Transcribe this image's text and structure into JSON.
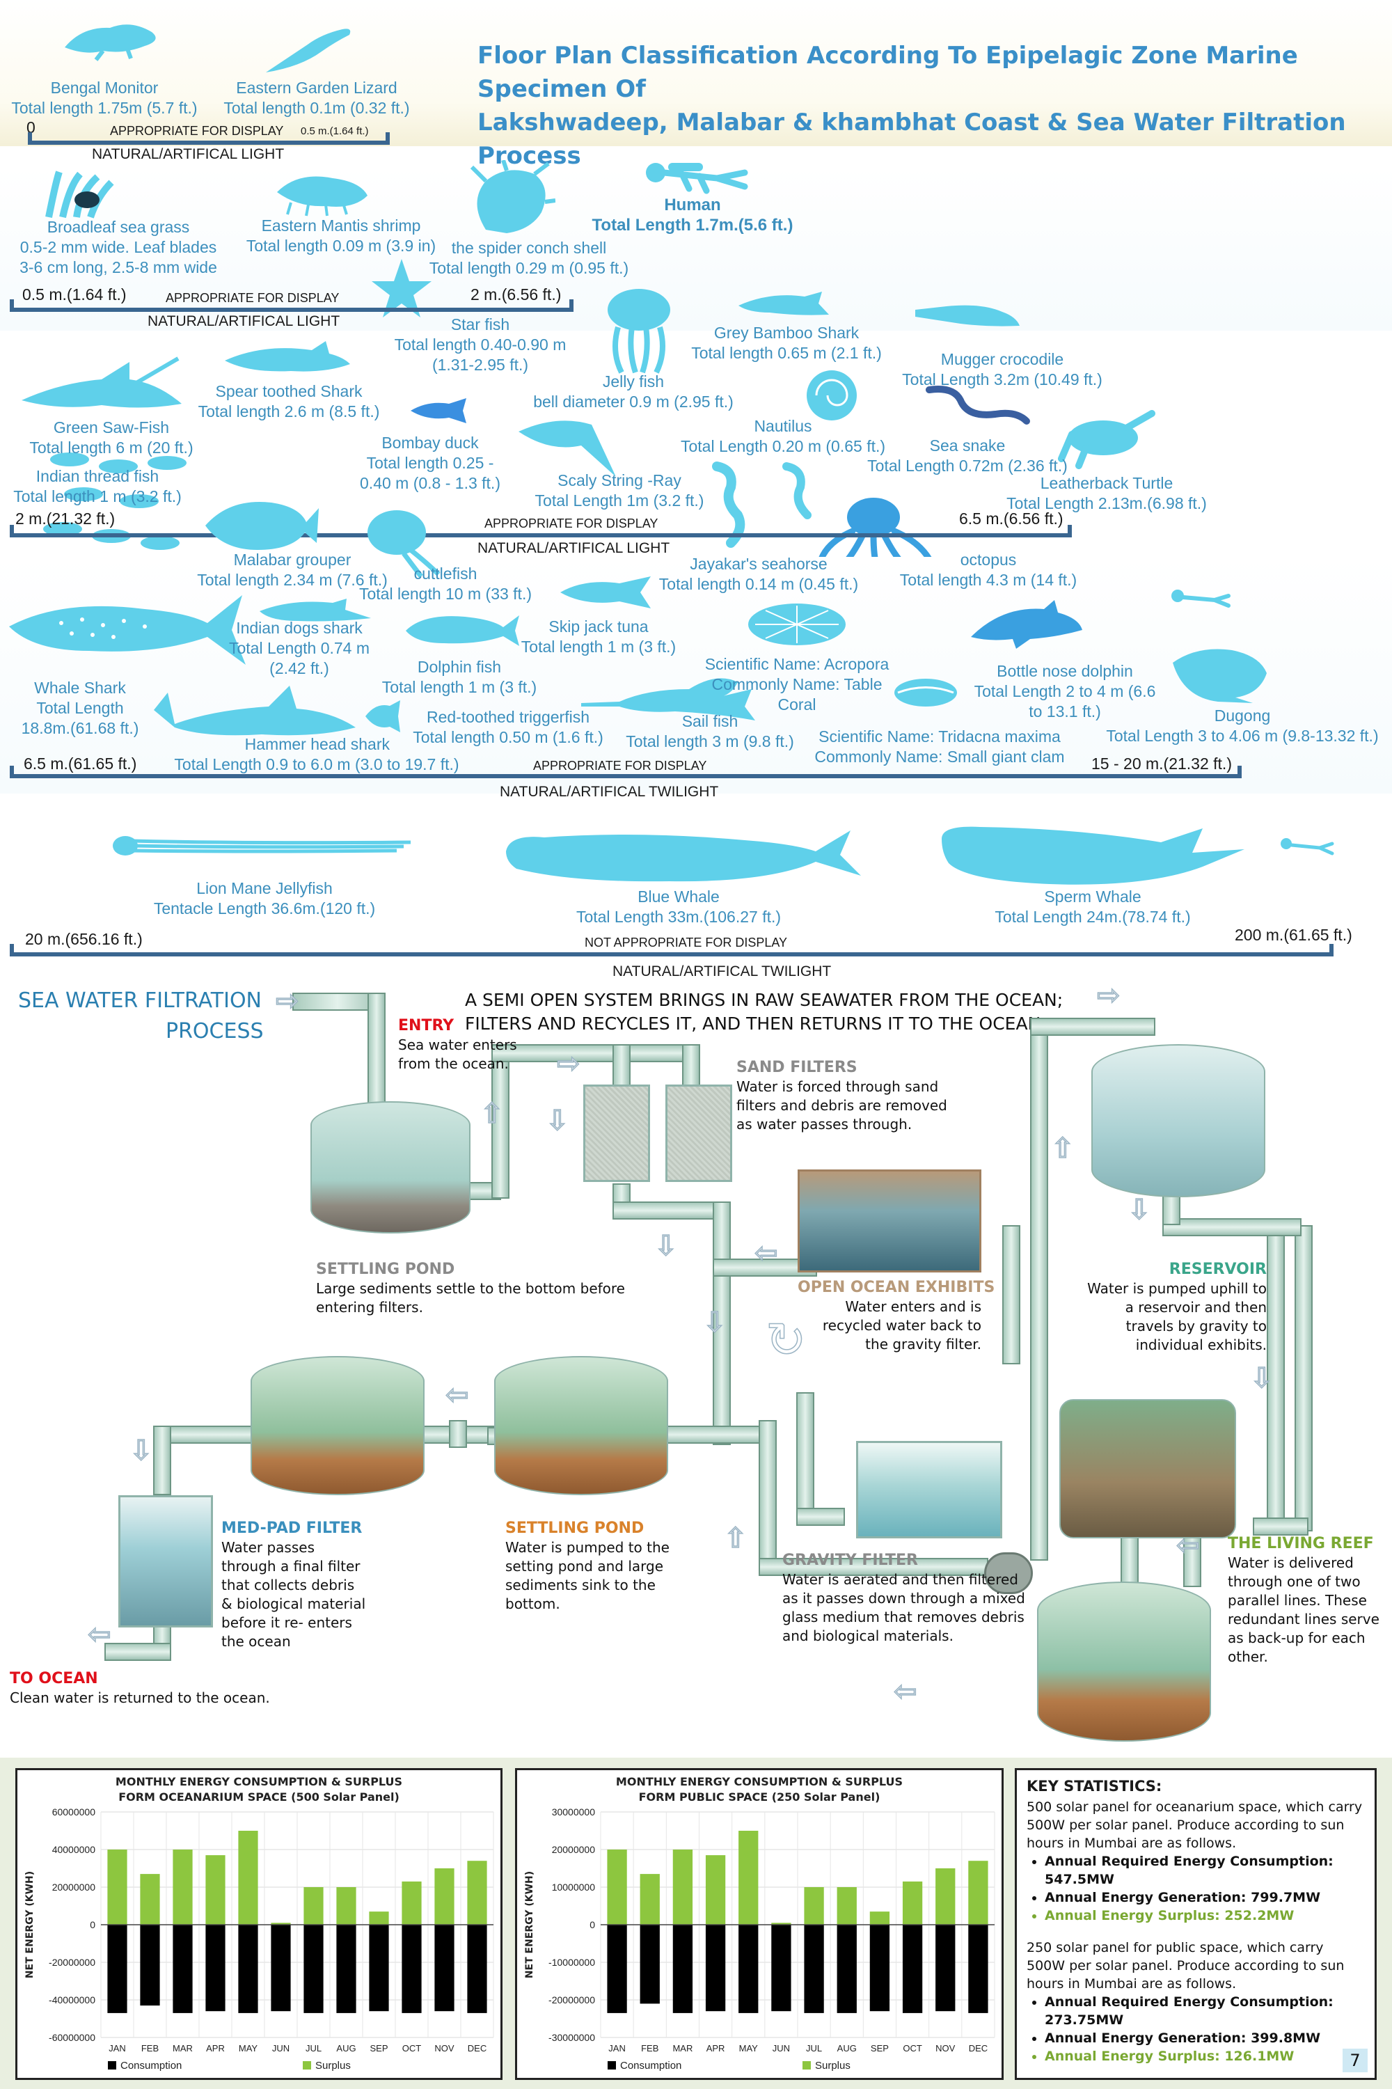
{
  "title": {
    "line1": "Floor Plan Classification According To Epipelagic Zone Marine Specimen Of",
    "line2": "Lakshwadeep, Malabar & khambhat Coast & Sea Water Filtration Process"
  },
  "zones": [
    {
      "start_label": "0",
      "end_label": "0.5 m.(1.64 ft.)",
      "display": "APPROPRIATE FOR DISPLAY",
      "light": "NATURAL/ARTIFICAL LIGHT",
      "specimens": [
        {
          "name": "Bengal Monitor",
          "detail": "Total length 1.75m (5.7 ft.)",
          "icon": "monitor-lizard-icon"
        },
        {
          "name": "Eastern Garden Lizard",
          "detail": "Total length 0.1m (0.32 ft.)",
          "icon": "garden-lizard-icon"
        }
      ]
    },
    {
      "start_label": "0.5 m.(1.64 ft.)",
      "end_label": "2 m.(6.56 ft.)",
      "display": "APPROPRIATE FOR DISPLAY",
      "light": "NATURAL/ARTIFICAL LIGHT",
      "specimens": [
        {
          "name": "Broadleaf sea grass",
          "detail": "0.5-2 mm wide. Leaf blades",
          "detail2": "3-6 cm long, 2.5-8 mm wide",
          "icon": "sea-grass-icon"
        },
        {
          "name": "Eastern Mantis shrimp",
          "detail": "Total length 0.09 m (3.9 in)",
          "icon": "mantis-shrimp-icon"
        },
        {
          "name": "the spider conch shell",
          "detail": "Total length 0.29 m (0.95 ft.)",
          "icon": "conch-shell-icon"
        },
        {
          "name": "Human",
          "detail": "Total Length 1.7m.(5.6 ft.)",
          "icon": "diver-icon"
        },
        {
          "name": "Star fish",
          "detail": "Total length 0.40-0.90 m",
          "detail2": "(1.31-2.95 ft.)",
          "icon": "starfish-icon"
        }
      ]
    },
    {
      "start_label": "2 m.(21.32 ft.)",
      "end_label": "6.5 m.(6.56 ft.)",
      "display": "APPROPRIATE FOR DISPLAY",
      "light": "NATURAL/ARTIFICAL LIGHT",
      "specimens": [
        {
          "name": "Green Saw-Fish",
          "detail": "Total length 6 m (20 ft.)",
          "icon": "sawfish-icon"
        },
        {
          "name": "Spear toothed Shark",
          "detail": "Total length 2.6 m (8.5 ft.)",
          "icon": "shark-icon"
        },
        {
          "name": "Indian thread fish",
          "detail": "Total length 1 m (3.2 ft.)",
          "icon": "thread-fish-icon"
        },
        {
          "name": "Bombay duck",
          "detail": "Total length 0.25 -",
          "detail2": "0.40 m (0.8 - 1.3 ft.)",
          "icon": "bombay-duck-icon"
        },
        {
          "name": "Jelly fish",
          "detail": "bell diameter 0.9 m (2.95 ft.)",
          "icon": "jellyfish-icon"
        },
        {
          "name": "Grey Bamboo Shark",
          "detail": "Total length 0.65 m (2.1 ft.)",
          "icon": "bamboo-shark-icon"
        },
        {
          "name": "Mugger crocodile",
          "detail": "Total Length 3.2m (10.49 ft.)",
          "icon": "crocodile-icon"
        },
        {
          "name": "Nautilus",
          "detail": "Total Length 0.20 m (0.65 ft.)",
          "icon": "nautilus-icon"
        },
        {
          "name": "Sea snake",
          "detail": "Total Length 0.72m (2.36 ft.)",
          "icon": "sea-snake-icon"
        },
        {
          "name": "Scaly String -Ray",
          "detail": "Total Length 1m (3.2 ft.)",
          "icon": "stingray-icon"
        },
        {
          "name": "Leatherback Turtle",
          "detail": "Total Length 2.13m.(6.98 ft.)",
          "icon": "turtle-icon"
        }
      ]
    },
    {
      "start_label": "6.5 m.(61.65 ft.)",
      "end_label": "15 - 20 m.(21.32 ft.)",
      "display": "APPROPRIATE FOR DISPLAY",
      "light": "NATURAL/ARTIFICAL TWILIGHT",
      "specimens": [
        {
          "name": "Malabar grouper",
          "detail": "Total length 2.34 m (7.6 ft.)",
          "icon": "grouper-icon"
        },
        {
          "name": "cuttlefish",
          "detail": "Total length 10 m (33 ft.)",
          "icon": "cuttlefish-icon"
        },
        {
          "name": "Jayakar's seahorse",
          "detail": "Total length 0.14 m (0.45 ft.)",
          "icon": "seahorse-icon"
        },
        {
          "name": "octopus",
          "detail": "Total length 4.3 m (14 ft.)",
          "icon": "octopus-icon"
        },
        {
          "name": "Whale Shark",
          "detail": "Total Length",
          "detail2": "18.8m.(61.68 ft.)",
          "icon": "whale-shark-icon"
        },
        {
          "name": "Indian dogs shark",
          "detail": "Total Length 0.74 m",
          "detail2": "(2.42 ft.)",
          "icon": "dog-shark-icon"
        },
        {
          "name": "Skip jack tuna",
          "detail": "Total length 1 m (3 ft.)",
          "icon": "tuna-icon"
        },
        {
          "name": "Dolphin fish",
          "detail": "Total length 1 m (3 ft.)",
          "icon": "dolphin-fish-icon"
        },
        {
          "name": "Scientific Name: Acropora",
          "detail": "Commonly Name:  Table",
          "detail2": "Coral",
          "icon": "coral-icon"
        },
        {
          "name": "Bottle nose dolphin",
          "detail": "Total Length 2 to 4 m (6.6",
          "detail2": "to 13.1 ft.)",
          "icon": "dolphin-icon"
        },
        {
          "name": "Red-toothed triggerfish",
          "detail": "Total length 0.50 m (1.6 ft.)",
          "icon": "triggerfish-icon"
        },
        {
          "name": "Sail fish",
          "detail": "Total length 3 m (9.8 ft.)",
          "icon": "sailfish-icon"
        },
        {
          "name": "Hammer head shark",
          "detail": "Total Length 0.9 to 6.0 m (3.0 to 19.7 ft.)",
          "icon": "hammerhead-icon"
        },
        {
          "name": "Scientific Name: Tridacna maxima",
          "detail": "Commonly Name:  Small giant clam",
          "icon": "clam-icon"
        },
        {
          "name": "Dugong",
          "detail": "Total Length 3 to 4.06 m (9.8-13.32 ft.)",
          "icon": "dugong-icon"
        }
      ]
    },
    {
      "start_label": "20 m.(656.16 ft.)",
      "end_label": "200 m.(61.65 ft.)",
      "display": "NOT APPROPRIATE FOR DISPLAY",
      "light": "NATURAL/ARTIFICAL TWILIGHT",
      "specimens": [
        {
          "name": "Lion Mane Jellyfish",
          "detail": "Tentacle Length 36.6m.(120 ft.)",
          "icon": "lions-mane-icon"
        },
        {
          "name": "Blue Whale",
          "detail": "Total Length 33m.(106.27 ft.)",
          "icon": "blue-whale-icon"
        },
        {
          "name": "Sperm Whale",
          "detail": "Total Length 24m.(78.74 ft.)",
          "icon": "sperm-whale-icon"
        }
      ]
    }
  ],
  "filtration": {
    "title_line1": "SEA WATER FILTRATION",
    "title_line2": "PROCESS",
    "intro_line1": "A SEMI OPEN SYSTEM BRINGS IN RAW SEAWATER FROM THE OCEAN;",
    "intro_line2": "FILTERS AND RECYCLES IT, AND THEN RETURNS IT TO THE OCEAN.",
    "steps": {
      "entry": {
        "title": "ENTRY",
        "text": "Sea water enters from the ocean.",
        "color": "#e0101a"
      },
      "sand": {
        "title": "SAND FILTERS",
        "text": "Water is forced through sand filters and debris are removed as water passes through.",
        "color": "#8a8a8a"
      },
      "settling1": {
        "title": "SETTLING POND",
        "text": "Large sediments settle to the bottom before entering filters.",
        "color": "#8a8a8a"
      },
      "open": {
        "title": "OPEN OCEAN EXHIBITS",
        "text": "Water enters and is recycled water back to the gravity filter.",
        "color": "#b89a7a"
      },
      "reservoir": {
        "title": "RESERVOIR",
        "text": "Water is pumped uphill to a reservoir and then travels by gravity to individual exhibits.",
        "color": "#3aa58a"
      },
      "medpad": {
        "title": "MED-PAD FILTER",
        "text": "Water passes through a final filter that collects debris & biological material before it re- enters the ocean",
        "color": "#3a8fbd"
      },
      "settling2": {
        "title": "SETTLING POND",
        "text": "Water is pumped to the setting pond and large sediments sink to the bottom.",
        "color": "#d9822b"
      },
      "gravity": {
        "title": "GRAVITY FILTER",
        "text": "Water is aerated and then filtered as it passes down through a mixed glass medium that removes debris and biological materials.",
        "color": "#8a8a8a"
      },
      "reef": {
        "title": "THE LIVING REEF",
        "text": "Water is delivered through one of two parallel lines. These redundant lines serve as back-up for each other.",
        "color": "#7aa832"
      },
      "ocean": {
        "title": "TO OCEAN",
        "text": "Clean water is returned to the ocean.",
        "color": "#e0101a"
      }
    }
  },
  "chart_data": [
    {
      "type": "bar",
      "title_line1": "MONTHLY ENERGY CONSUMPTION & SURPLUS",
      "title_line2": "FORM OCEANARIUM SPACE (500 Solar Panel)",
      "ylabel": "NET ENERGY (KWH)",
      "ylim": [
        -60000000,
        60000000
      ],
      "yticks": [
        60000000,
        40000000,
        20000000,
        0,
        -20000000,
        -40000000,
        -60000000
      ],
      "ytick_labels": [
        "60000000",
        "40000000",
        "20000000",
        "0",
        "-20000000",
        "-40000000",
        "-60000000"
      ],
      "categories": [
        "JAN",
        "FEB",
        "MAR",
        "APR",
        "MAY",
        "JUN",
        "JUL",
        "AUG",
        "SEP",
        "OCT",
        "NOV",
        "DEC"
      ],
      "series": [
        {
          "name": "Consumption",
          "color": "#000000",
          "values": [
            -47000000,
            -43000000,
            -47000000,
            -46000000,
            -47000000,
            -46000000,
            -47000000,
            -47000000,
            -46000000,
            -47000000,
            -46000000,
            -47000000
          ]
        },
        {
          "name": "Surplus",
          "color": "#8dc63f",
          "values": [
            40000000,
            27000000,
            40000000,
            37000000,
            50000000,
            1000000,
            20000000,
            20000000,
            7000000,
            23000000,
            30000000,
            34000000
          ]
        }
      ]
    },
    {
      "type": "bar",
      "title_line1": "MONTHLY ENERGY CONSUMPTION & SURPLUS",
      "title_line2": "FORM PUBLIC SPACE (250 Solar Panel)",
      "ylabel": "NET ENERGY (KWH)",
      "ylim": [
        -30000000,
        30000000
      ],
      "yticks": [
        30000000,
        20000000,
        10000000,
        0,
        -10000000,
        -20000000,
        -30000000
      ],
      "ytick_labels": [
        "30000000",
        "20000000",
        "10000000",
        "0",
        "-10000000",
        "-20000000",
        "-30000000"
      ],
      "categories": [
        "JAN",
        "FEB",
        "MAR",
        "APR",
        "MAY",
        "JUN",
        "JUL",
        "AUG",
        "SEP",
        "OCT",
        "NOV",
        "DEC"
      ],
      "series": [
        {
          "name": "Consumption",
          "color": "#000000",
          "values": [
            -23500000,
            -21000000,
            -23500000,
            -23000000,
            -23500000,
            -23000000,
            -23500000,
            -23500000,
            -23000000,
            -23500000,
            -23000000,
            -23500000
          ]
        },
        {
          "name": "Surplus",
          "color": "#8dc63f",
          "values": [
            20000000,
            13500000,
            20000000,
            18500000,
            25000000,
            500000,
            10000000,
            10000000,
            3500000,
            11500000,
            15000000,
            17000000
          ]
        }
      ]
    }
  ],
  "stats": {
    "title": "KEY STATISTICS:",
    "p1": "500 solar panel for oceanarium space, which carry 500W per solar panel. Produce according to sun hours in Mumbai are as follows.",
    "p1_items": [
      "Annual Required Energy Consumption: 547.5MW",
      "Annual Energy Generation: 799.7MW",
      "Annual Energy Surplus: 252.2MW"
    ],
    "p2": "250 solar panel for public space, which carry 500W per solar panel. Produce according to sun hours in Mumbai are as follows.",
    "p2_items": [
      "Annual Required Energy Consumption: 273.75MW",
      "Annual Energy Generation: 399.8MW",
      "Annual Energy Surplus: 126.1MW"
    ],
    "page_number": "7"
  },
  "colors": {
    "specimen": "#5fd0ea",
    "accent": "#3a8fc8",
    "surplus": "#8dc63f"
  }
}
